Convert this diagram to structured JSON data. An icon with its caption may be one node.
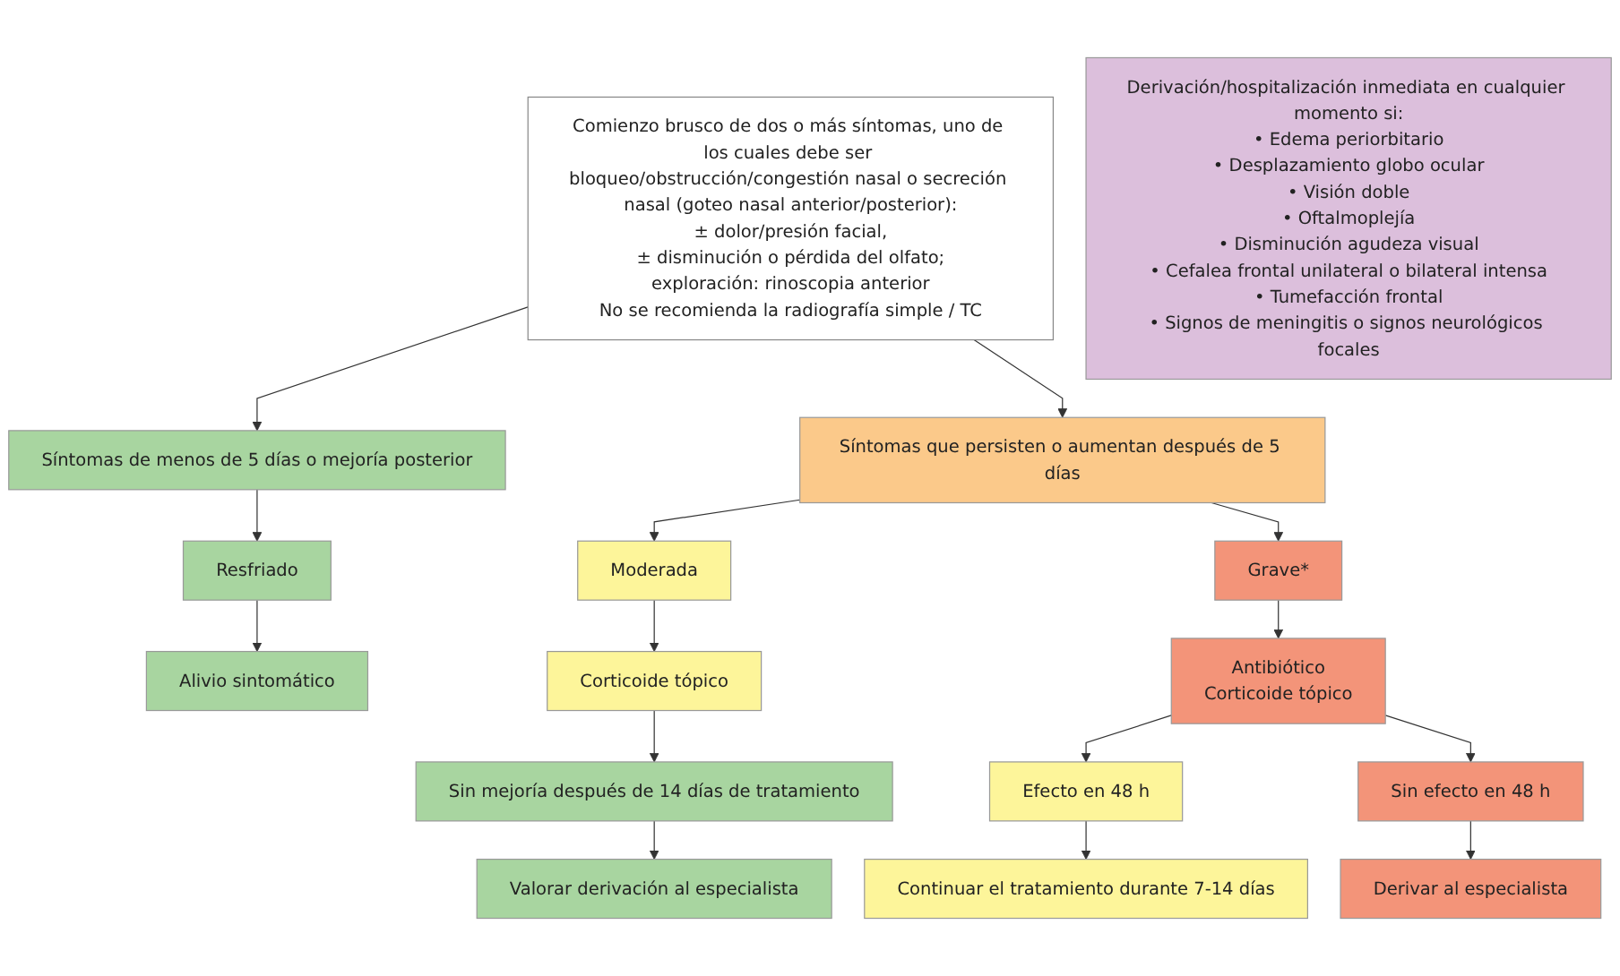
{
  "diagram": {
    "nodes": [
      {
        "text": [
          "Comienzo brusco de dos o más síntomas, uno de los cuales debe ser bloqueo/obstrucción/congestión nasal o secreción nasal (goteo nasal anterior/posterior):",
          "± dolor/presión facial,",
          "± disminución o pérdida del olfato;",
          "exploración: rinoscopia anterior",
          "No se recomienda la radiografía simple / TC"
        ]
      },
      {
        "text": [
          "Derivación/hospitalización inmediata en cualquier momento si:",
          "• Edema periorbitario",
          "• Desplazamiento globo ocular",
          "• Visión doble",
          "• Oftalmoplejía",
          "• Disminución agudeza visual",
          "• Cefalea frontal unilateral o bilateral intensa",
          "• Tumefacción frontal",
          "• Signos de meningitis o signos neurológicos focales"
        ]
      },
      {
        "text": [
          "Síntomas de menos de 5 días o mejoría posterior"
        ]
      },
      {
        "text": [
          "Síntomas que persisten o aumentan después de 5 días"
        ]
      },
      {
        "text": [
          "Resfriado"
        ]
      },
      {
        "text": [
          "Moderada"
        ]
      },
      {
        "text": [
          "Grave*"
        ]
      },
      {
        "text": [
          "Alivio sintomático"
        ]
      },
      {
        "text": [
          "Corticoide tópico"
        ]
      },
      {
        "text": [
          "Antibiótico",
          "Corticoide tópico"
        ]
      },
      {
        "text": [
          "Sin mejoría después de 14 días de tratamiento"
        ]
      },
      {
        "text": [
          "Efecto en 48 h"
        ]
      },
      {
        "text": [
          "Sin efecto en 48 h"
        ]
      },
      {
        "text": [
          "Valorar derivación al especialista"
        ]
      },
      {
        "text": [
          "Continuar el tratamiento durante 7-14 días"
        ]
      },
      {
        "text": [
          "Derivar al especialista"
        ]
      }
    ],
    "edges": [
      {
        "from": 0,
        "to": 2,
        "arrow": "to"
      },
      {
        "from": 0,
        "to": 3,
        "arrow": "to"
      },
      {
        "from": 3,
        "to": 5,
        "arrow": "to"
      },
      {
        "from": 3,
        "to": 6,
        "arrow": "to"
      },
      {
        "from": 2,
        "to": 4,
        "arrow": "to"
      },
      {
        "from": 4,
        "to": 7,
        "arrow": "to"
      },
      {
        "from": 5,
        "to": 8,
        "arrow": "to"
      },
      {
        "from": 6,
        "to": 9,
        "arrow": "to"
      },
      {
        "from": 8,
        "to": 10,
        "arrow": "to"
      },
      {
        "from": 9,
        "to": 11,
        "arrow": "to"
      },
      {
        "from": 9,
        "to": 12,
        "arrow": "to"
      },
      {
        "from": 10,
        "to": 13,
        "arrow": "to"
      },
      {
        "from": 11,
        "to": 14,
        "arrow": "to"
      },
      {
        "from": 12,
        "to": 15,
        "arrow": "to"
      }
    ]
  }
}
